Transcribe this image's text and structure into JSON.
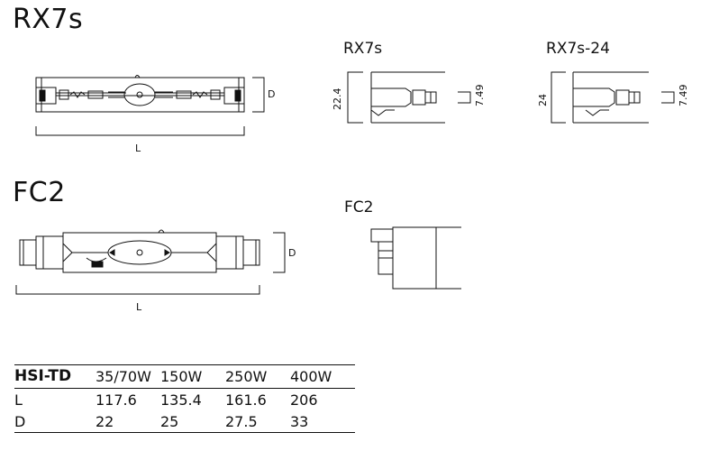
{
  "sections": {
    "rx7s": {
      "title": "RX7s",
      "lamp_dims": {
        "length": "L",
        "diameter": "D"
      },
      "cap_a": {
        "title": "RX7s",
        "height": "22.4",
        "pin": "7.49"
      },
      "cap_b": {
        "title": "RX7s-24",
        "height": "24",
        "pin": "7.49"
      }
    },
    "fc2": {
      "title": "FC2",
      "lamp_dims": {
        "length": "L",
        "diameter": "D"
      },
      "cap": {
        "title": "FC2"
      }
    }
  },
  "table": {
    "model": "HSI-TD",
    "columns": [
      "35/70W",
      "150W",
      "250W",
      "400W"
    ],
    "rows": [
      {
        "label": "L",
        "values": [
          "117.6",
          "135.4",
          "161.6",
          "206"
        ]
      },
      {
        "label": "D",
        "values": [
          "22",
          "25",
          "27.5",
          "33"
        ]
      }
    ]
  }
}
